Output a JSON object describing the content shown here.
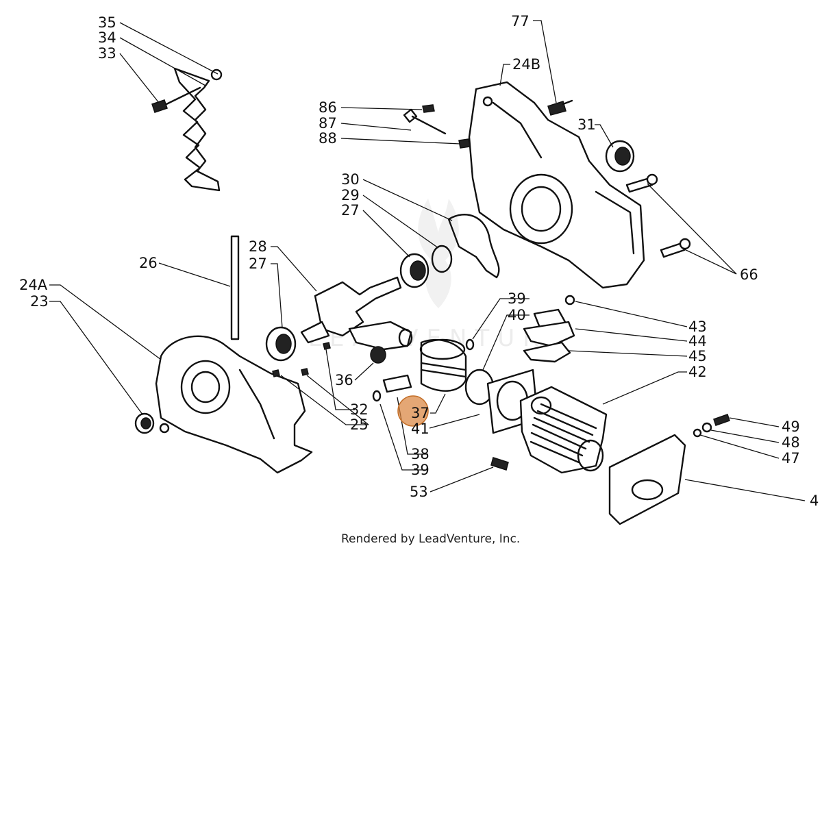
{
  "diagram": {
    "highlight_color": "#d9823b",
    "watermark": "LEADVENTURE",
    "credit": "Rendered by LeadVenture, Inc.",
    "callouts": {
      "c35": "35",
      "c34": "34",
      "c33": "33",
      "c77": "77",
      "c24b": "24B",
      "c31": "31",
      "c86": "86",
      "c87": "87",
      "c88": "88",
      "c30": "30",
      "c29": "29",
      "c27a": "27",
      "c66": "66",
      "c28": "28",
      "c27b": "27",
      "c26": "26",
      "c24a": "24A",
      "c23": "23",
      "c39a": "39",
      "c40": "40",
      "c43": "43",
      "c44": "44",
      "c45": "45",
      "c42": "42",
      "c36": "36",
      "c32": "32",
      "c25": "25",
      "c37": "37",
      "c41": "41",
      "c38": "38",
      "c39b": "39",
      "c49": "49",
      "c48": "48",
      "c47": "47",
      "c53": "53",
      "c46": "4"
    }
  }
}
